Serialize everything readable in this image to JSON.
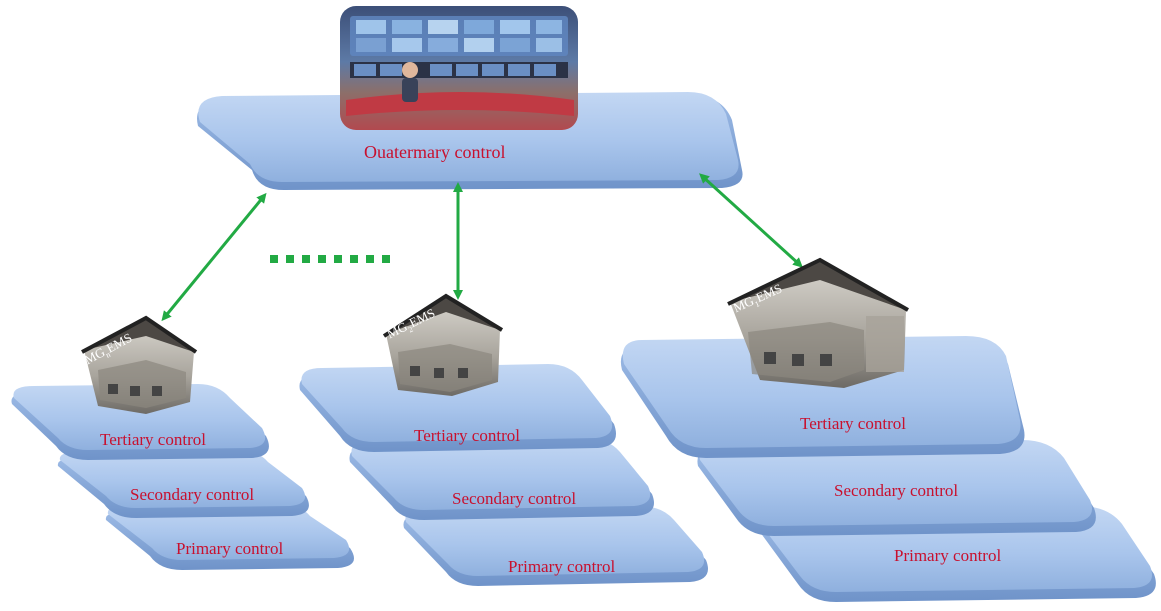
{
  "colors": {
    "platform_fill": "#a8c4ea",
    "platform_edge": "#7b9fd3",
    "label_text": "#c8102e",
    "arrow": "#22aa44",
    "dots": "#22aa44",
    "building_roof": "#3a3a3a",
    "building_wall": "#6e6a66"
  },
  "quaternary": {
    "label": "Ouatermary control",
    "image": "control-room-photo"
  },
  "separator": "dotted-line-dots",
  "microgrids": [
    {
      "id": "n",
      "ems_label_prefix": "MG",
      "ems_label_sub": "n",
      "ems_label_suffix": "EMS",
      "tertiary": "Tertiary control",
      "secondary": "Secondary control",
      "primary": "Primary control"
    },
    {
      "id": "2",
      "ems_label_prefix": "MG",
      "ems_label_sub": "2",
      "ems_label_suffix": "EMS",
      "tertiary": "Tertiary control",
      "secondary": "Secondary control",
      "primary": "Primary control"
    },
    {
      "id": "1",
      "ems_label_prefix": "MG",
      "ems_label_sub": "1",
      "ems_label_suffix": "EMS",
      "tertiary": "Tertiary control",
      "secondary": "Secondary control",
      "primary": "Primary control"
    }
  ]
}
